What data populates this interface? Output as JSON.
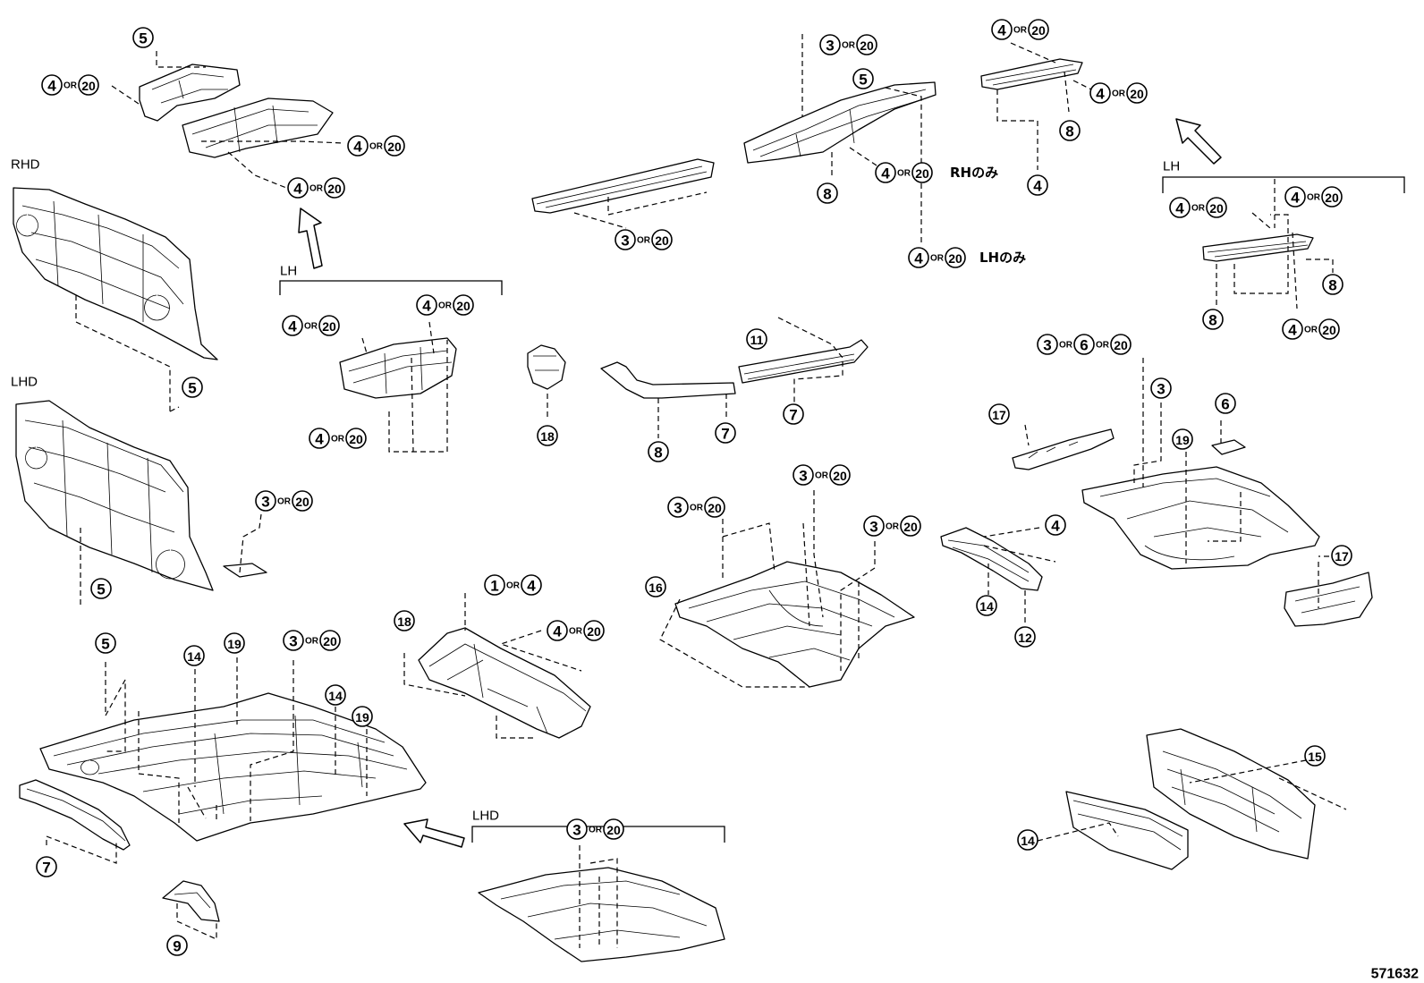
{
  "diagram_id": "571632",
  "section_labels": {
    "rhd": "RHD",
    "lhd": "LHD",
    "lh": "LH",
    "lhd_bottom": "LHD"
  },
  "notes": {
    "rh_only": "RHのみ",
    "lh_only": "LHのみ"
  },
  "or_text": "OR",
  "callouts": [
    {
      "id": "c1",
      "parts": [
        "5"
      ]
    },
    {
      "id": "c2",
      "parts": [
        "4",
        "20"
      ]
    },
    {
      "id": "c3",
      "parts": [
        "4",
        "20"
      ]
    },
    {
      "id": "c4",
      "parts": [
        "4",
        "20"
      ]
    },
    {
      "id": "c5",
      "parts": [
        "5"
      ]
    },
    {
      "id": "c6",
      "parts": [
        "3",
        "20"
      ]
    },
    {
      "id": "c7",
      "parts": [
        "5"
      ]
    },
    {
      "id": "c8",
      "parts": [
        "4",
        "20"
      ]
    },
    {
      "id": "c9",
      "parts": [
        "4",
        "20"
      ]
    },
    {
      "id": "c10",
      "parts": [
        "4",
        "20"
      ]
    },
    {
      "id": "c11",
      "parts": [
        "18"
      ]
    },
    {
      "id": "c12",
      "parts": [
        "3",
        "20"
      ]
    },
    {
      "id": "c13",
      "parts": [
        "3",
        "20"
      ]
    },
    {
      "id": "c14",
      "parts": [
        "5"
      ]
    },
    {
      "id": "c15",
      "parts": [
        "4",
        "20"
      ],
      "note": "rh_only"
    },
    {
      "id": "c16",
      "parts": [
        "8"
      ]
    },
    {
      "id": "c17",
      "parts": [
        "4",
        "20"
      ],
      "note": "lh_only"
    },
    {
      "id": "c18",
      "parts": [
        "4",
        "20"
      ]
    },
    {
      "id": "c19",
      "parts": [
        "4",
        "20"
      ]
    },
    {
      "id": "c20",
      "parts": [
        "8"
      ]
    },
    {
      "id": "c21",
      "parts": [
        "4"
      ]
    },
    {
      "id": "c22",
      "parts": [
        "4",
        "20"
      ]
    },
    {
      "id": "c23",
      "parts": [
        "4",
        "20"
      ]
    },
    {
      "id": "c24",
      "parts": [
        "8"
      ]
    },
    {
      "id": "c25",
      "parts": [
        "8"
      ]
    },
    {
      "id": "c26",
      "parts": [
        "4",
        "20"
      ]
    },
    {
      "id": "c27",
      "parts": [
        "11"
      ]
    },
    {
      "id": "c28",
      "parts": [
        "8"
      ]
    },
    {
      "id": "c29",
      "parts": [
        "7"
      ]
    },
    {
      "id": "c30",
      "parts": [
        "7"
      ]
    },
    {
      "id": "c31",
      "parts": [
        "3",
        "6",
        "20"
      ]
    },
    {
      "id": "c32",
      "parts": [
        "3"
      ]
    },
    {
      "id": "c33",
      "parts": [
        "6"
      ]
    },
    {
      "id": "c34",
      "parts": [
        "17"
      ]
    },
    {
      "id": "c35",
      "parts": [
        "19"
      ]
    },
    {
      "id": "c36",
      "parts": [
        "17"
      ]
    },
    {
      "id": "c37",
      "parts": [
        "3",
        "20"
      ]
    },
    {
      "id": "c38",
      "parts": [
        "3",
        "20"
      ]
    },
    {
      "id": "c39",
      "parts": [
        "3",
        "20"
      ]
    },
    {
      "id": "c40",
      "parts": [
        "16"
      ]
    },
    {
      "id": "c41",
      "parts": [
        "4"
      ]
    },
    {
      "id": "c42",
      "parts": [
        "14"
      ]
    },
    {
      "id": "c43",
      "parts": [
        "12"
      ]
    },
    {
      "id": "c44",
      "parts": [
        "1",
        "4"
      ]
    },
    {
      "id": "c45",
      "parts": [
        "18"
      ]
    },
    {
      "id": "c46",
      "parts": [
        "4",
        "20"
      ]
    },
    {
      "id": "c47",
      "parts": [
        "5"
      ]
    },
    {
      "id": "c48",
      "parts": [
        "14"
      ]
    },
    {
      "id": "c49",
      "parts": [
        "19"
      ]
    },
    {
      "id": "c50",
      "parts": [
        "3",
        "20"
      ]
    },
    {
      "id": "c51",
      "parts": [
        "14"
      ]
    },
    {
      "id": "c52",
      "parts": [
        "19"
      ]
    },
    {
      "id": "c53",
      "parts": [
        "7"
      ]
    },
    {
      "id": "c54",
      "parts": [
        "9"
      ]
    },
    {
      "id": "c55",
      "parts": [
        "3",
        "20"
      ]
    },
    {
      "id": "c56",
      "parts": [
        "15"
      ]
    },
    {
      "id": "c57",
      "parts": [
        "14"
      ]
    }
  ]
}
